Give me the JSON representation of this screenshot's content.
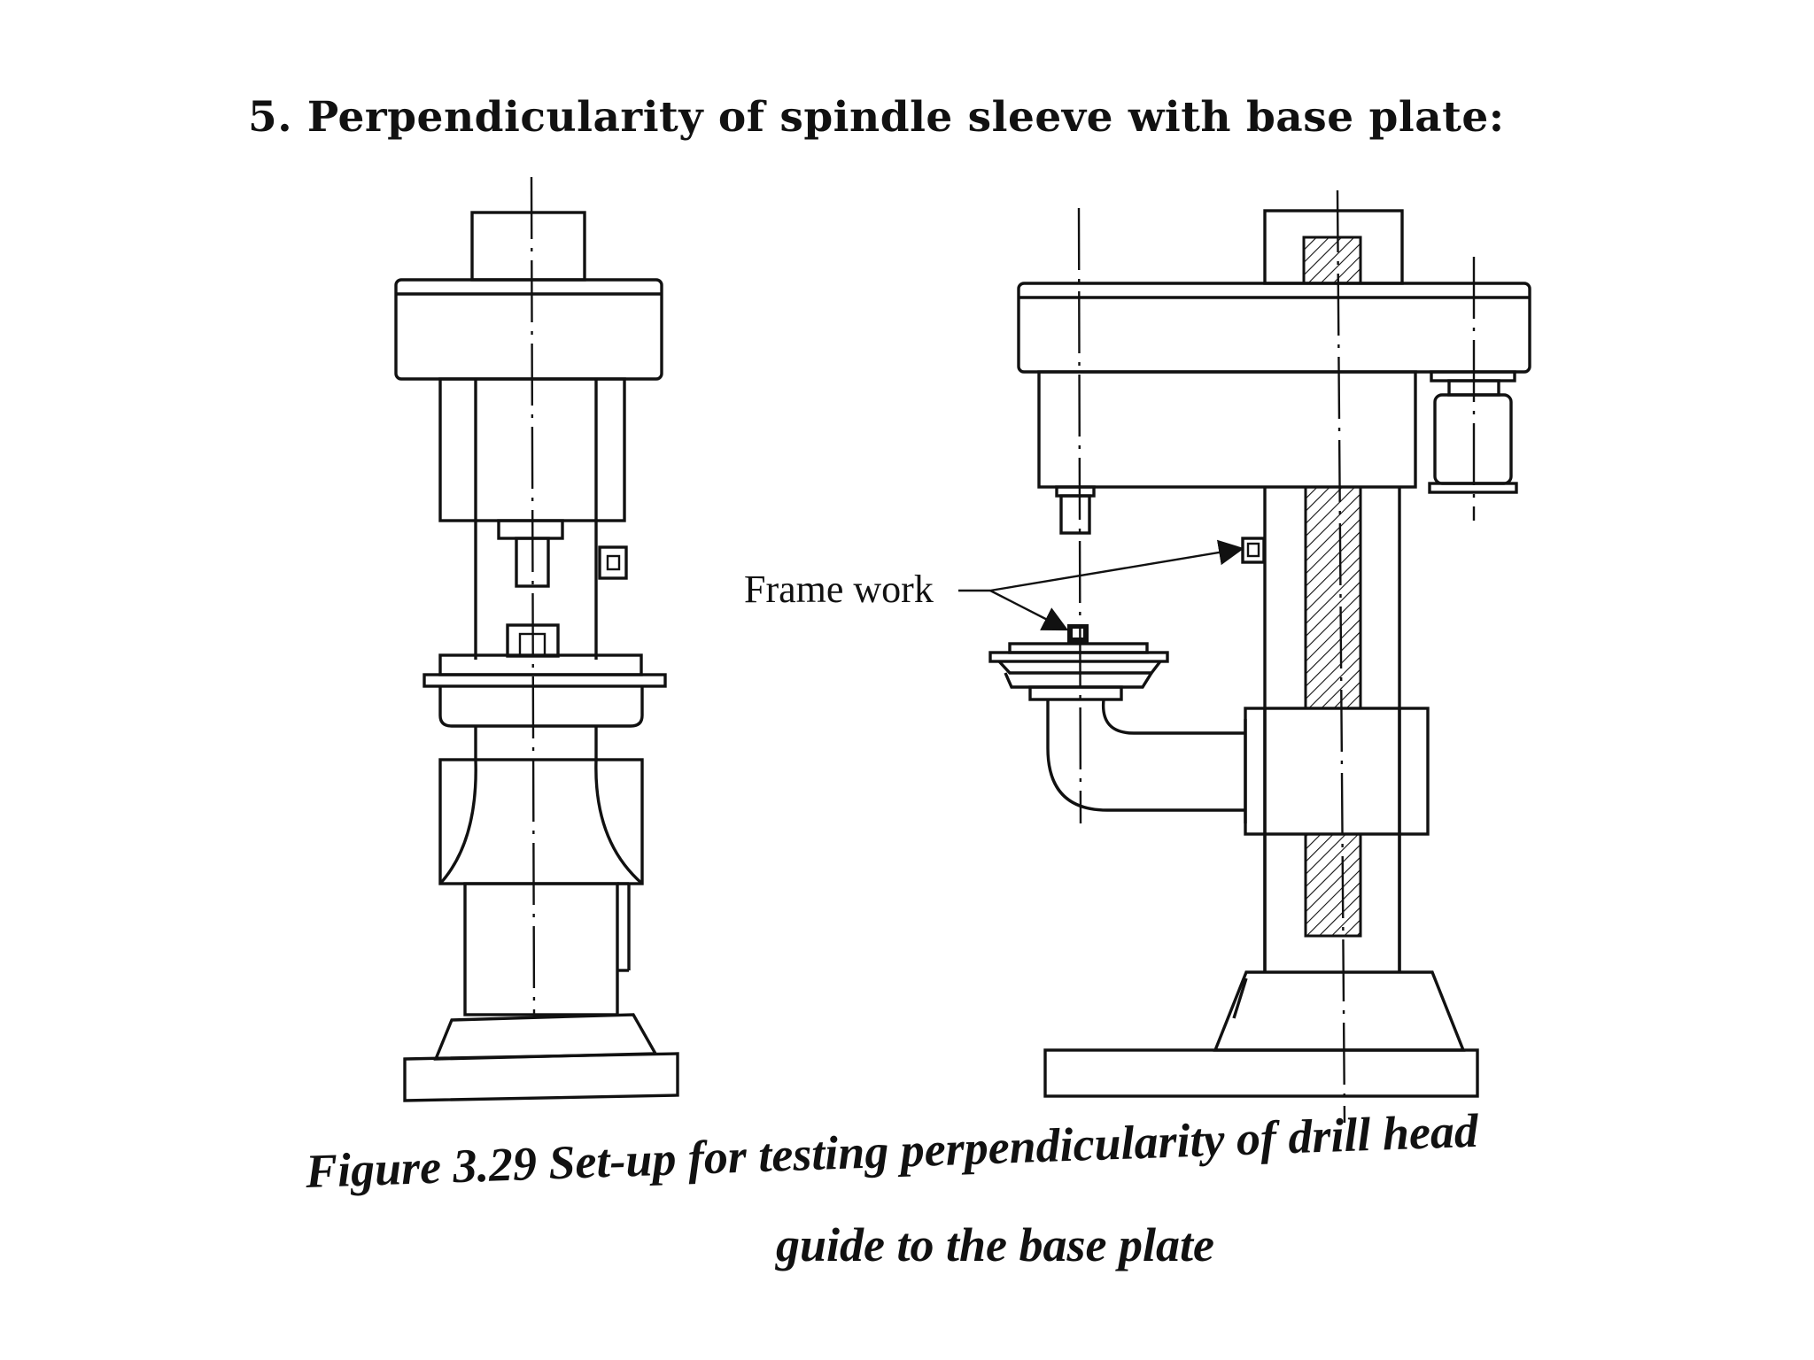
{
  "heading": "5. Perpendicularity of spindle sleeve with base plate:",
  "diagram": {
    "label_frame_work": "Frame work"
  },
  "caption": {
    "line1": "Figure 3.29 Set-up for testing perpendicularity of drill head",
    "line2": "guide to the base plate"
  }
}
